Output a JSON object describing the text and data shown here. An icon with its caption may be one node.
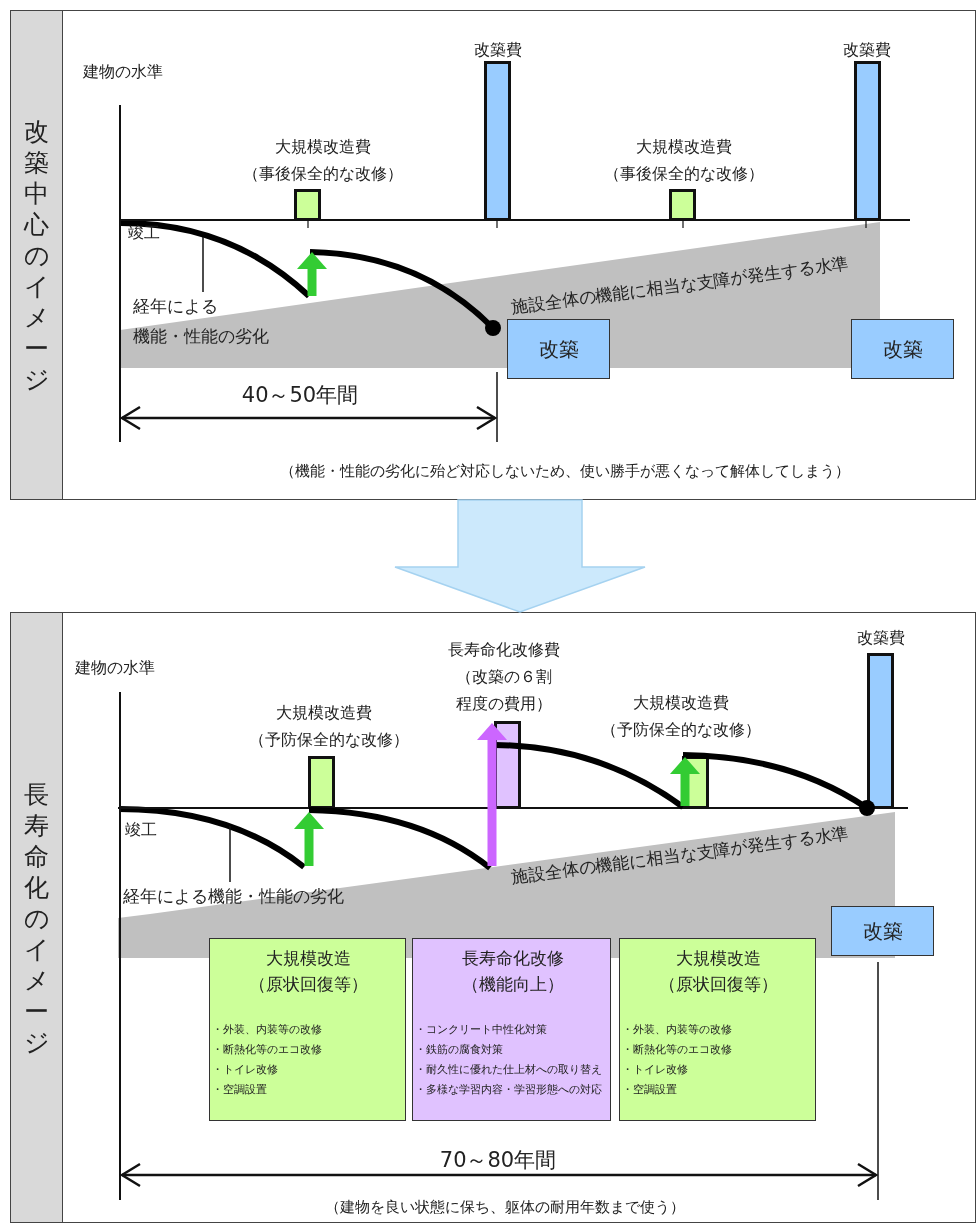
{
  "diagram": {
    "nodes": [
      {
        "text": [
          "改築中心のイメージ"
        ]
      },
      {
        "text": [
          "大規模改造費",
          "（事後保全的な改修）"
        ],
        "in": 0
      },
      {
        "text": [
          "改築費"
        ],
        "in": 0
      },
      {
        "text": [
          "大規模改造費",
          "（事後保全的な改修）"
        ],
        "in": 0
      },
      {
        "text": [
          "改築費"
        ],
        "in": 0
      },
      {
        "text": [
          "改築"
        ],
        "in": 0
      },
      {
        "text": [
          "改築"
        ],
        "in": 0
      },
      {
        "text": [
          "経年による",
          "機能・性能の劣化"
        ],
        "in": 0
      },
      {
        "text": [
          "長寿命化のイメージ"
        ]
      },
      {
        "text": [
          "大規模改造費",
          "（予防保全的な改修）"
        ],
        "in": 8
      },
      {
        "text": [
          "長寿命化改修費",
          "（改築の６割",
          "程度の費用）"
        ],
        "in": 8
      },
      {
        "text": [
          "大規模改造費",
          "（予防保全的な改修）"
        ],
        "in": 8
      },
      {
        "text": [
          "改築費"
        ],
        "in": 8
      },
      {
        "text": [
          "改築"
        ],
        "in": 8
      },
      {
        "text": [
          "経年による機能・性能の劣化"
        ],
        "in": 8
      },
      {
        "text": [
          "大規模改造",
          "（原状回復等）",
          "・外装、内装等の改修",
          "・断熱化等のエコ改修",
          "・トイレ改修",
          "・空調設置"
        ],
        "in": 8
      },
      {
        "text": [
          "長寿命化改修",
          "（機能向上）",
          "・コンクリート中性化対策",
          "・鉄筋の腐食対策",
          "・耐久性に優れた仕上材への取り替え",
          "・多様な学習内容・学習形態への対応"
        ],
        "in": 8
      },
      {
        "text": [
          "大規模改造",
          "（原状回復等）",
          "・外装、内装等の改修",
          "・断熱化等のエコ改修",
          "・トイレ改修",
          "・空調設置"
        ],
        "in": 8
      },
      {
        "text": [],
        "shape": "curve",
        "in": 0
      },
      {
        "text": [],
        "shape": "curve",
        "in": 8
      }
    ],
    "edges": [
      {
        "from": 0,
        "to": 8,
        "arrow": "to"
      },
      {
        "from": 7,
        "to": 18,
        "arrow": "none"
      },
      {
        "from": 14,
        "to": 19,
        "arrow": "none"
      }
    ],
    "labels": [
      "建物の水準",
      "竣工",
      "施設全体の機能に相当な支障が発生する水準",
      "40～50年間",
      "（機能・性能の劣化に殆ど対応しないため、使い勝手が悪くなって解体してしまう）",
      "建物の水準",
      "竣工",
      "施設全体の機能に相当な支障が発生する水準",
      "70～80年間",
      "（建物を良い状態に保ち、躯体の耐用年数まで使う）"
    ]
  }
}
